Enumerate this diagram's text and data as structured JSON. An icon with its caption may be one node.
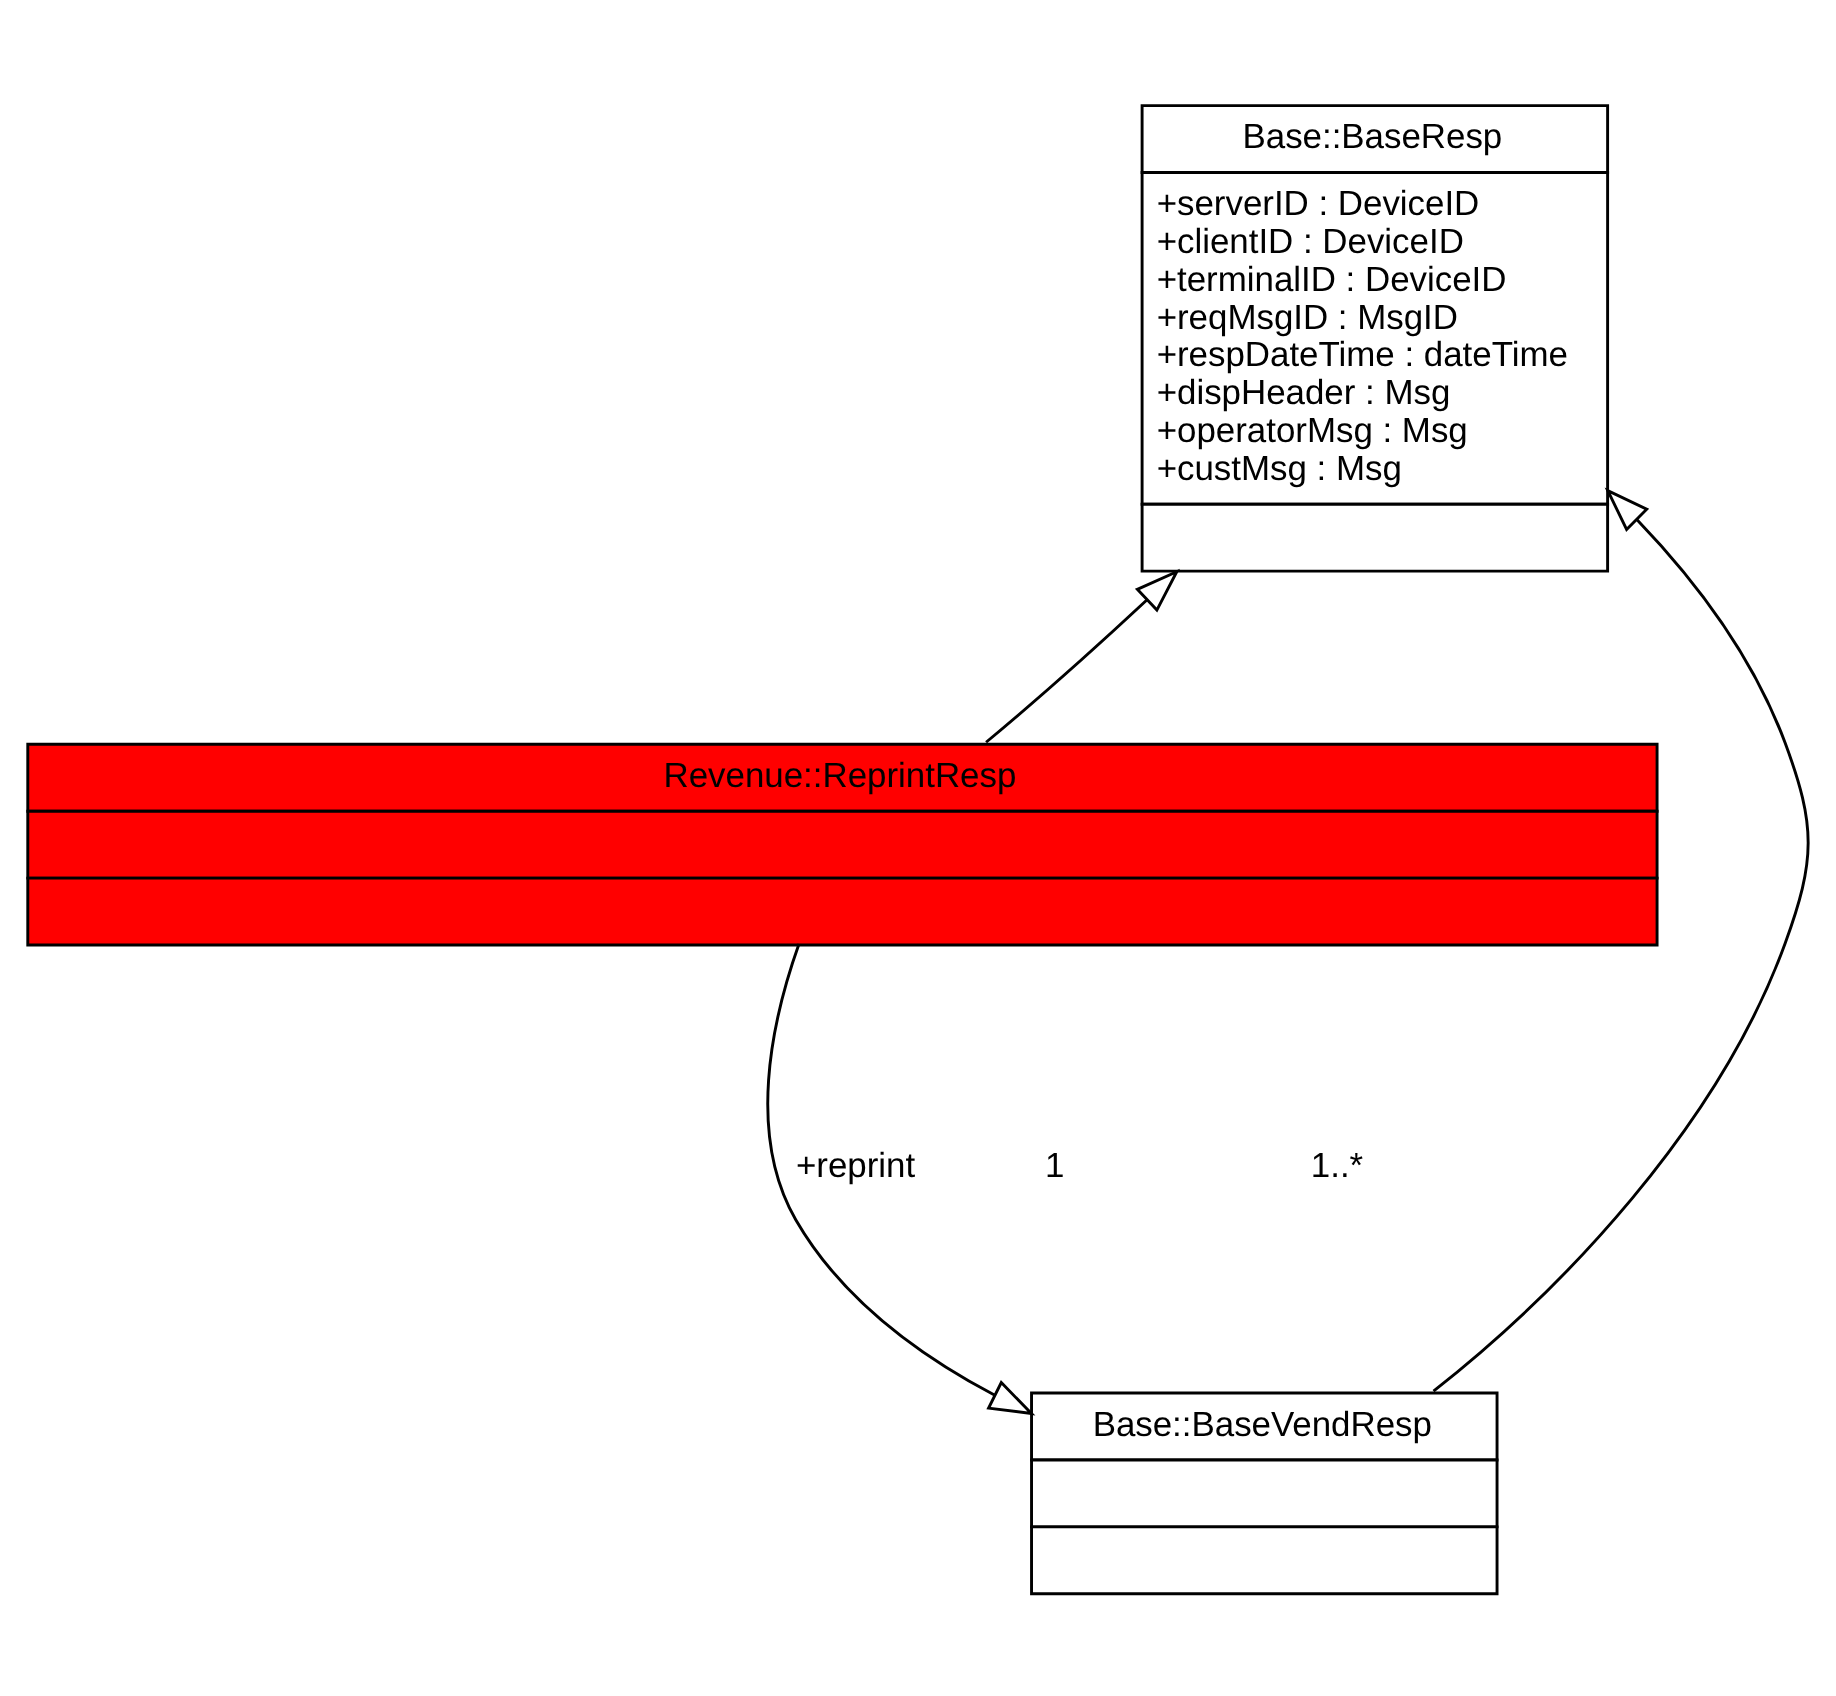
{
  "diagram": {
    "nodes": [
      {
        "text": [
          "Base::BaseResp",
          "+serverID : DeviceID",
          "+clientID : DeviceID",
          "+terminalID : DeviceID",
          "+reqMsgID : MsgID",
          "+respDateTime : dateTime",
          "+dispHeader : Msg",
          "+operatorMsg : Msg",
          "+custMsg : Msg"
        ]
      },
      {
        "text": [
          "Revenue::ReprintResp"
        ]
      },
      {
        "text": [
          "Base::BaseVendResp"
        ]
      }
    ],
    "edges": [
      {
        "from": 1,
        "to": 0,
        "arrow": "to"
      },
      {
        "from": 2,
        "to": 0,
        "arrow": "to"
      },
      {
        "from": 1,
        "to": 2,
        "arrow": "to",
        "label": "+reprint"
      }
    ],
    "labels": [
      "1",
      "1..*"
    ]
  }
}
